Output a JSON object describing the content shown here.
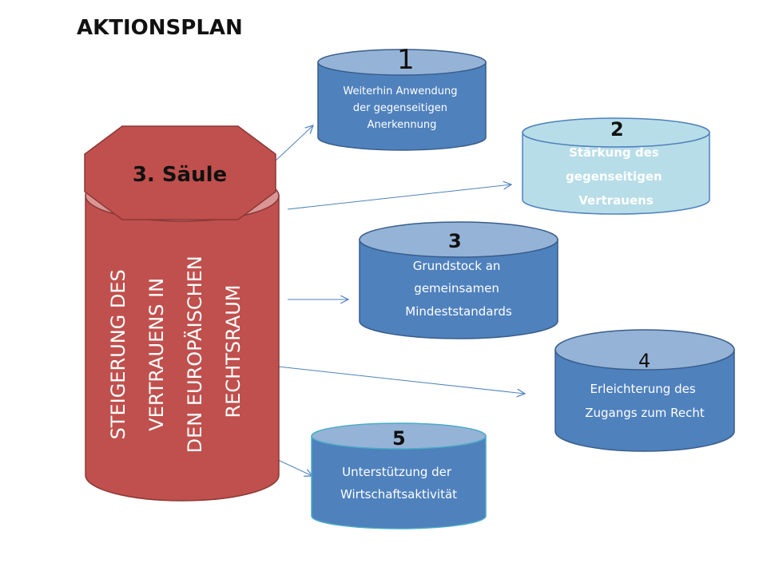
{
  "title": "AKTIONSPLAN",
  "pillar": {
    "label": "3. Säule",
    "body_lines": [
      "STEIGERUNG DES",
      "VERTRAUENS IN",
      "DEN EUROPÄISCHEN",
      "RECHTSRAUM"
    ]
  },
  "items": [
    {
      "number": "1",
      "lines": [
        "Weiterhin Anwendung",
        "der gegenseitigen",
        "Anerkennung"
      ]
    },
    {
      "number": "2",
      "lines": [
        "Stärkung des",
        "gegenseitigen",
        "Vertrauens"
      ]
    },
    {
      "number": "3",
      "lines": [
        "Grundstock an",
        "gemeinsamen",
        "Mindeststandards"
      ]
    },
    {
      "number": "4",
      "lines": [
        "Erleichterung des",
        "Zugangs zum Recht"
      ]
    },
    {
      "number": "5",
      "lines": [
        "Unterstützung der",
        "Wirtschaftsaktivität"
      ]
    }
  ],
  "colors": {
    "pillar_red": "#c0504d",
    "pillar_top": "#d99694",
    "drum_blue": "#4f81bd",
    "drum_blue_top": "#95b3d7",
    "drum_light": "#b7dde8",
    "arrow": "#4f81bd"
  }
}
